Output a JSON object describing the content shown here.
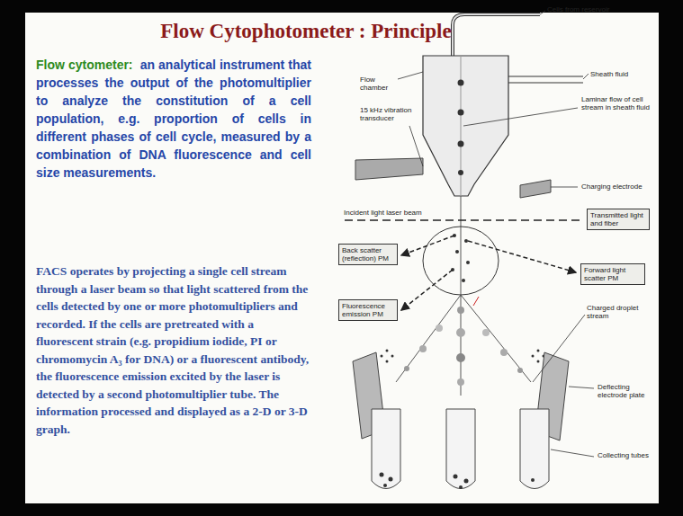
{
  "diagram": {
    "title": "Flow Cytophotometer : Principle",
    "nodes": [
      {
        "text": [
          "Transmitted light and fiber"
        ]
      },
      {
        "text": [
          "Back scatter (reflection) PM"
        ]
      },
      {
        "text": [
          "Forward light scatter PM"
        ]
      },
      {
        "text": [
          "Fluorescence emission PM"
        ]
      }
    ],
    "labels": [
      "Flow cytometer:",
      "an analytical instrument that processes the output of the photomultiplier to analyze the constitution of a cell population, e.g. proportion of cells in different phases of cell cycle, measured by a combination of DNA fluorescence and cell size measurements.",
      "FACS operates by projecting a single cell stream through a laser beam so that light scattered from the cells detected by one or more photomultipliers and recorded. If the cells are pretreated with a fluorescent strain (e.g. propidium iodide, PI or chromomycin A₃ for DNA) or a fluorescent antibody, the fluorescence emission excited by the laser is detected by a second photomultiplier tube. The information processed and displayed as a 2-D or 3-D graph.",
      "Cells from reservoir",
      "Sheath fluid",
      "Flow chamber",
      "Laminar flow of cell stream in sheath fluid",
      "15 kHz vibration transducer",
      "Charging electrode",
      "Incident light laser beam",
      "Charged droplet stream",
      "Deflecting electrode plate",
      "Collecting tubes"
    ]
  }
}
